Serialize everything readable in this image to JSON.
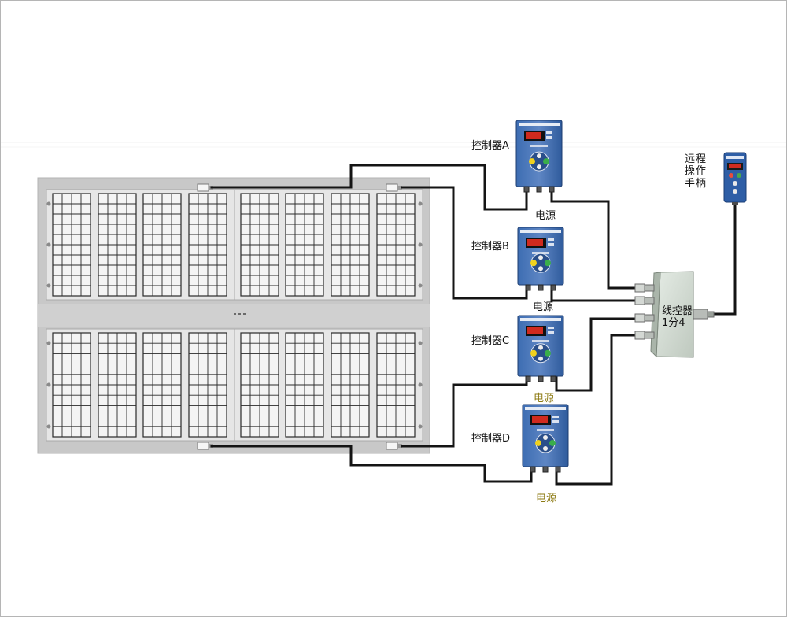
{
  "controllers": [
    {
      "label": "控制器A",
      "power": "电源",
      "power_gold": false
    },
    {
      "label": "控制器B",
      "power": "电源",
      "power_gold": false
    },
    {
      "label": "控制器C",
      "power": "电源",
      "power_gold": true
    },
    {
      "label": "控制器D",
      "power": "电源",
      "power_gold": true
    }
  ],
  "splitter": {
    "label": "线控器 1分4"
  },
  "remote": {
    "label": "远程操作手柄"
  },
  "colors": {
    "wire": "#141414",
    "controller_body": "#2f5b9c",
    "controller_light": "#5e86c4",
    "panel_frame": "#c9c9c9",
    "grid_line": "#2a2a2a",
    "power_text_gold": "#8c7a12",
    "splitter_body": "#d7e0d7"
  },
  "icons": [
    "controller-unit-icon",
    "splitter-box-icon",
    "remote-handle-icon",
    "cable-connector-icon"
  ]
}
